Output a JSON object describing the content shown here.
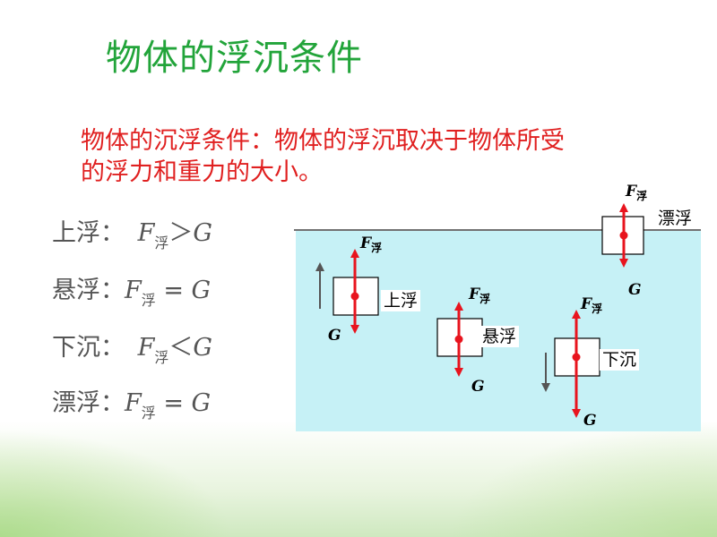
{
  "title": "物体的浮沉条件",
  "intro": "物体的沉浮条件：物体的浮沉取决于物体所受的浮力和重力的大小。",
  "rules": [
    {
      "name": "上浮：",
      "f": "F",
      "sub": "浮",
      "rel": "＞",
      "g": "G"
    },
    {
      "name": "悬浮：",
      "f": "F",
      "sub": "浮",
      "rel": " = ",
      "g": "G"
    },
    {
      "name": "下沉：",
      "f": "F",
      "sub": "浮",
      "rel": "＜",
      "g": "G"
    },
    {
      "name": "漂浮：",
      "f": "F",
      "sub": "浮",
      "rel": " = ",
      "g": "G"
    }
  ],
  "diagram": {
    "water_color": "#c6f1f6",
    "force_color": "#e8141e",
    "objects": [
      {
        "label": "上浮",
        "force_F": "F",
        "force_sub": "浮",
        "force_G": "G"
      },
      {
        "label": "悬浮",
        "force_F": "F",
        "force_sub": "浮",
        "force_G": "G"
      },
      {
        "label": "下沉",
        "force_F": "F",
        "force_sub": "浮",
        "force_G": "G"
      },
      {
        "label": "漂浮",
        "force_F": "F",
        "force_sub": "浮",
        "force_G": "G"
      }
    ]
  }
}
